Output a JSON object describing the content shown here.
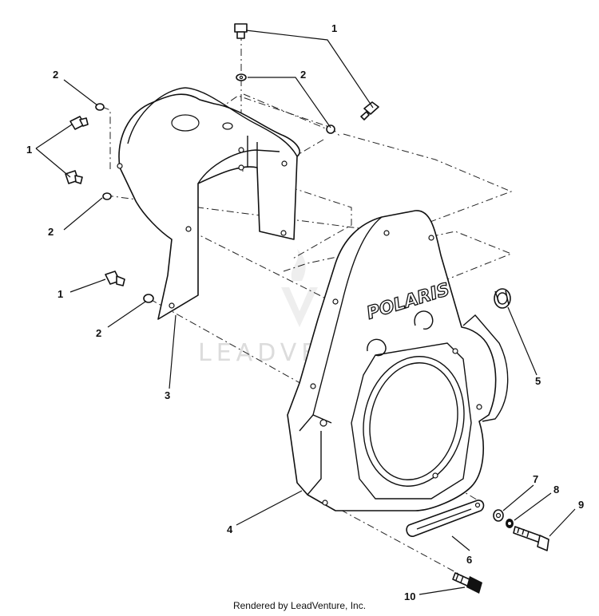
{
  "watermark": {
    "text": "LEADVENTURE"
  },
  "brand_label": "POLARIS",
  "callouts": [
    {
      "id": "c1a",
      "label": "1"
    },
    {
      "id": "c2a",
      "label": "2"
    },
    {
      "id": "c2b",
      "label": "2"
    },
    {
      "id": "c1b",
      "label": "1"
    },
    {
      "id": "c2c",
      "label": "2"
    },
    {
      "id": "c1c",
      "label": "1"
    },
    {
      "id": "c2d",
      "label": "2"
    },
    {
      "id": "c3",
      "label": "3"
    },
    {
      "id": "c4",
      "label": "4"
    },
    {
      "id": "c5",
      "label": "5"
    },
    {
      "id": "c6",
      "label": "6"
    },
    {
      "id": "c7",
      "label": "7"
    },
    {
      "id": "c8",
      "label": "8"
    },
    {
      "id": "c9",
      "label": "9"
    },
    {
      "id": "c10",
      "label": "10"
    }
  ],
  "footer": {
    "text": "Rendered by LeadVenture, Inc."
  }
}
